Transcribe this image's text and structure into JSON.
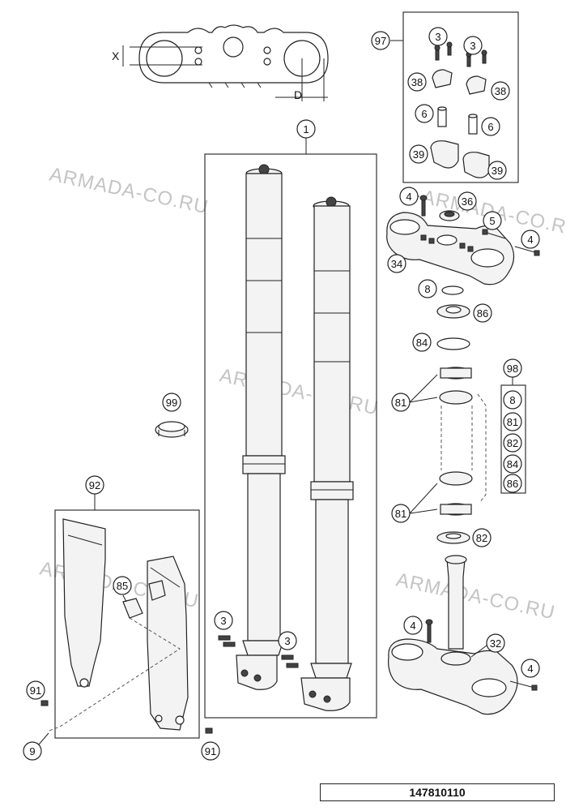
{
  "watermark": "ARMADA-CO.RU",
  "drawing_number": "147810110",
  "dimension_labels": {
    "x": "X",
    "d": "D"
  },
  "callouts": {
    "fork_assembly": "1",
    "screw_3_a": "3",
    "screw_3_b": "3",
    "screw_3_c": "3",
    "screw_3_d": "3",
    "screw_4_a": "4",
    "screw_4_b": "4",
    "screw_4_c": "4",
    "screw_4_d": "4",
    "screw_5": "5",
    "bolt_6_a": "6",
    "bolt_6_b": "6",
    "oring_8": "8",
    "screw_9": "9",
    "triple_clamp_32": "32",
    "top_clamp_34": "34",
    "nut_36": "36",
    "clamp_38_a": "38",
    "clamp_38_b": "38",
    "clamp_39_a": "39",
    "clamp_39_b": "39",
    "bearing_81_a": "81",
    "bearing_81_b": "81",
    "seal_82": "82",
    "seal_84": "84",
    "protector_85": "85",
    "washer_86": "86",
    "screw_91_a": "91",
    "screw_91_b": "91",
    "fork_protector_set_92": "92",
    "handlebar_clamp_set_97": "97",
    "bearing_kit_98": "98",
    "ring_99": "99"
  },
  "kit_98_items": [
    "8",
    "81",
    "82",
    "84",
    "86"
  ]
}
